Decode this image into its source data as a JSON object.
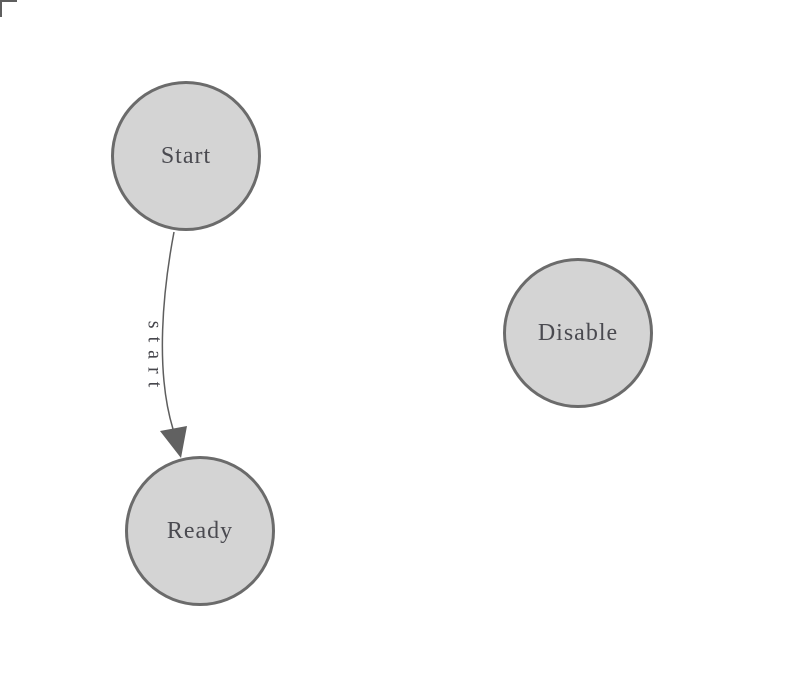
{
  "diagram": {
    "type": "state-machine",
    "colors": {
      "background": "#ffffff",
      "node_fill": "#d4d4d4",
      "node_border": "#6b6b6b",
      "node_text": "#4a4a50",
      "edge_stroke": "#5e5e5e",
      "arrowhead_fill": "#616161",
      "corner_marker": "#5e5e5e"
    },
    "nodes": [
      {
        "id": "start",
        "label": "Start"
      },
      {
        "id": "ready",
        "label": "Ready"
      },
      {
        "id": "disable",
        "label": "Disable"
      }
    ],
    "edges": [
      {
        "from": "start",
        "to": "ready",
        "label": "start"
      }
    ]
  }
}
